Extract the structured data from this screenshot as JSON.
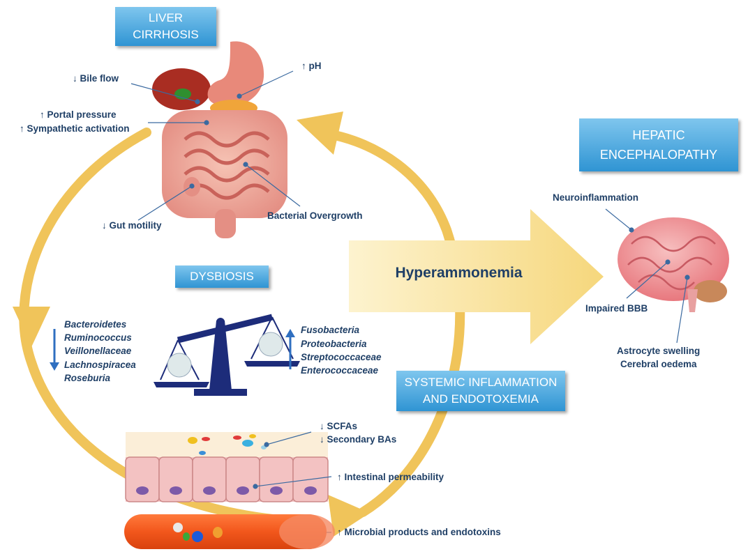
{
  "boxes": {
    "liver": [
      "LIVER",
      "CIRRHOSIS"
    ],
    "he": [
      "HEPATIC",
      "ENCEPHALOPATHY"
    ],
    "dysbiosis": "DYSBIOSIS",
    "systemic": [
      "SYSTEMIC INFLAMMATION",
      "AND ENDOTOXEMIA"
    ]
  },
  "central": "Hyperammonemia",
  "gut_labels": {
    "bile_flow": "↓ Bile flow",
    "ph": "↑ pH",
    "portal_pressure": "↑ Portal pressure",
    "sympathetic": "↑ Sympathetic activation",
    "gut_motility": "↓ Gut motility",
    "bacterial_overgrowth": "Bacterial Overgrowth"
  },
  "brain_labels": {
    "neuroinflammation": "Neuroinflammation",
    "impaired_bbb": "Impaired BBB",
    "astrocyte": "Astrocyte swelling",
    "oedema": "Cerebral oedema"
  },
  "decreased_taxa": [
    "Bacteroidetes",
    "Ruminococcus",
    "Veillonellaceae",
    "Lachnospiracea",
    "Roseburia"
  ],
  "increased_taxa": [
    "Fusobacteria",
    "Proteobacteria",
    "Streptococcaceae",
    "Enterococcaceae"
  ],
  "epithelium_labels": {
    "scfas": "↓ SCFAs",
    "secondary_bas": "↓ Secondary BAs",
    "permeability": "↑ Intestinal permeability",
    "microbial": "↑ Microbial products and endotoxins"
  },
  "colors": {
    "cycle_arrow": "#f0c45a",
    "label_text": "#1f3f66",
    "box_top": "#7fc6ee",
    "box_bottom": "#2f94d3",
    "taxa_arrow": "#2f6fc0"
  }
}
